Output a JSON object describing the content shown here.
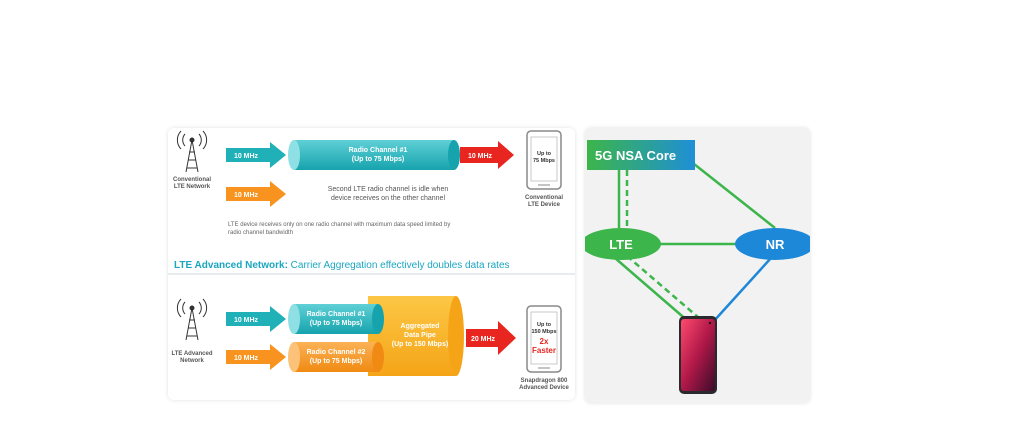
{
  "conventional": {
    "tower_label_line1": "Conventional",
    "tower_label_line2": "LTE Network",
    "arrow1_label": "10 MHz",
    "arrow2_label": "10 MHz",
    "channel_title": "Radio Channel #1",
    "channel_sub": "(Up to 75 Mbps)",
    "out_arrow_label": "10 MHz",
    "idle_line1": "Second LTE radio channel is idle when",
    "idle_line2": "device receives on the other channel",
    "note_line1": "LTE device receives only on one radio channel with maximum data speed limited by",
    "note_line2": "radio channel bandwidth",
    "device_speed_line1": "Up to",
    "device_speed_line2": "75 Mbps",
    "device_label_line1": "Conventional",
    "device_label_line2": "LTE Device"
  },
  "section_heading_bold": "LTE Advanced Network:",
  "section_heading_rest": " Carrier Aggregation effectively doubles data rates",
  "advanced": {
    "tower_label_line1": "LTE Advanced",
    "tower_label_line2": "Network",
    "arrow1_label": "10 MHz",
    "arrow2_label": "10 MHz",
    "ch1_title": "Radio Channel #1",
    "ch1_sub": "(Up to 75 Mbps)",
    "ch2_title": "Radio Channel #2",
    "ch2_sub": "(Up to 75 Mbps)",
    "pipe_line1": "Aggregated",
    "pipe_line2": "Data Pipe",
    "pipe_line3": "(Up to 150 Mbps)",
    "out_arrow_label": "20 MHz",
    "device_speed_line1": "Up to",
    "device_speed_line2": "150 Mbps",
    "device_fast_line1": "2x",
    "device_fast_line2": "Faster",
    "device_label_line1": "Snapdragon 800",
    "device_label_line2": "Advanced Device"
  },
  "nsa": {
    "core_label": "5G NSA Core",
    "lte_label": "LTE",
    "nr_label": "NR"
  },
  "colors": {
    "teal": "#1fb0b8",
    "orange": "#f7931e",
    "red": "#e8261f",
    "yellow": "#f9b21b",
    "green": "#3cb54a",
    "blue": "#1e88d8",
    "heading": "#1aa6c0"
  }
}
